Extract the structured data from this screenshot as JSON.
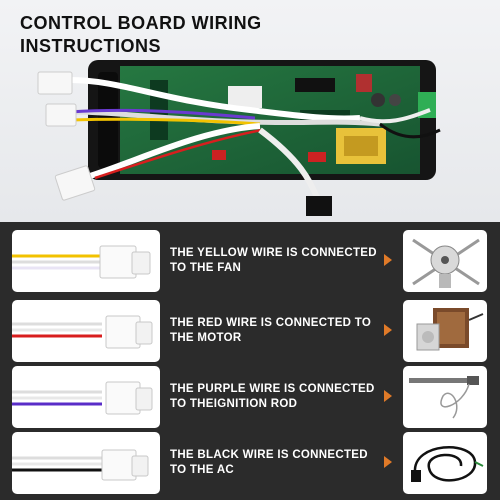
{
  "header": {
    "title_line1": "CONTROL BOARD WIRING",
    "title_line2": "INSTRUCTIONS"
  },
  "wiring": [
    {
      "text_line1": "THE YELLOW WIRE IS CONNECTED",
      "text_line2": "TO THE FAN",
      "wire_color": "#f2c200",
      "part_icon": "fan-icon"
    },
    {
      "text_line1": "THE RED WIRE IS CONNECTED TO",
      "text_line2": "THE MOTOR",
      "wire_color": "#d81e1e",
      "part_icon": "motor-icon"
    },
    {
      "text_line1": "THE PURPLE WIRE IS CONNECTED",
      "text_line2": "TO THEIGNITION ROD",
      "wire_color": "#5a2dc8",
      "part_icon": "ignition-rod-icon"
    },
    {
      "text_line1": "THE BLACK WIRE IS CONNECTED",
      "text_line2": "TO THE AC",
      "wire_color": "#111111",
      "part_icon": "power-cord-icon"
    }
  ],
  "colors": {
    "accent_arrow": "#e07a28",
    "panel_dark": "#2b2b2b",
    "board_green": "#1f6b3a"
  }
}
